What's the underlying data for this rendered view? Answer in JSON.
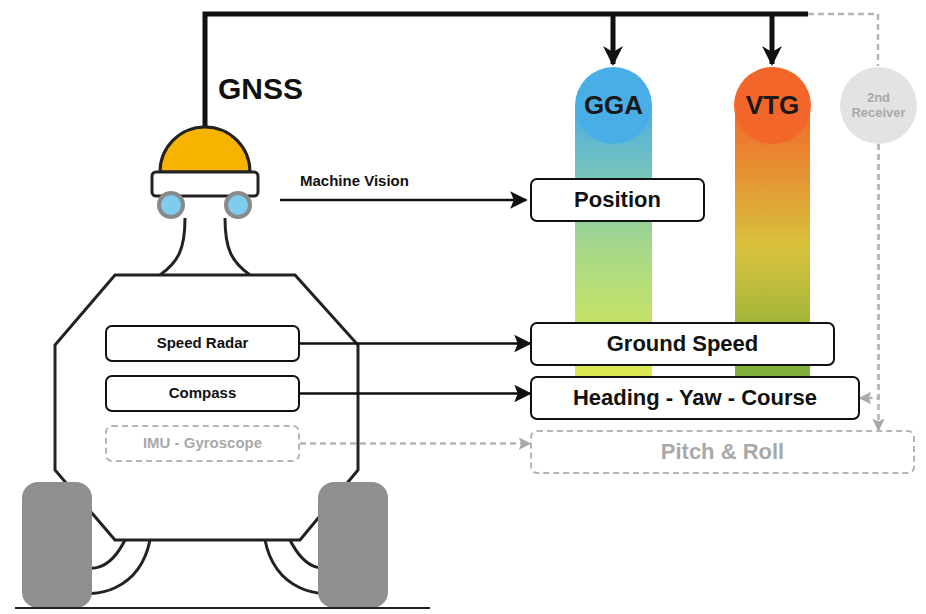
{
  "diagram": {
    "nodes": [
      {
        "text": [
          "GGA"
        ]
      },
      {
        "text": [
          "VTG"
        ]
      },
      {
        "text": [
          "2nd Receiver"
        ]
      },
      {
        "text": [
          "Position"
        ]
      },
      {
        "text": [
          "Speed Radar"
        ]
      },
      {
        "text": [
          "Ground Speed"
        ]
      },
      {
        "text": [
          "Compass"
        ]
      },
      {
        "text": [
          "Heading - Yaw - Course"
        ]
      },
      {
        "text": [
          "IMU - Gyroscope"
        ]
      },
      {
        "text": [
          "Pitch & Roll"
        ]
      }
    ],
    "edges": [
      {
        "from": 4,
        "to": 5,
        "arrow": "to"
      },
      {
        "from": 6,
        "to": 7,
        "arrow": "to"
      },
      {
        "from": 8,
        "to": 9,
        "arrow": "to"
      },
      {
        "from": 2,
        "to": 7,
        "arrow": "to"
      },
      {
        "from": 2,
        "to": 9,
        "arrow": "to"
      }
    ],
    "labels": [
      "GNSS",
      "Machine Vision"
    ]
  }
}
